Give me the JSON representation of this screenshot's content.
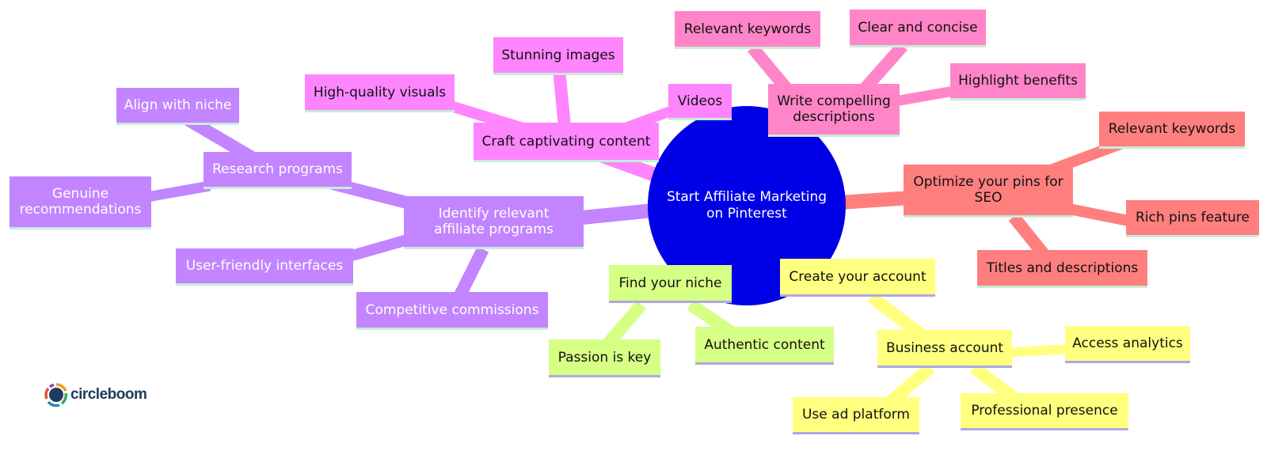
{
  "root": {
    "label": "Start Affiliate Marketing on Pinterest"
  },
  "branches": {
    "content": {
      "label": "Craft captivating content",
      "children": [
        "Stunning images",
        "High-quality visuals",
        "Videos"
      ]
    },
    "descriptions": {
      "label": "Write compelling descriptions",
      "children": [
        "Relevant keywords",
        "Clear and concise",
        "Highlight benefits"
      ]
    },
    "seo": {
      "label": "Optimize your pins for SEO",
      "children": [
        "Relevant keywords",
        "Rich pins feature",
        "Titles and descriptions"
      ]
    },
    "programs": {
      "label": "Identify relevant affiliate programs",
      "children": [
        "User-friendly interfaces",
        "Competitive commissions"
      ]
    },
    "research": {
      "label": "Research programs",
      "children": [
        "Align with niche",
        "Genuine recommendations"
      ]
    },
    "niche": {
      "label": "Find your niche",
      "children": [
        "Passion is key",
        "Authentic content"
      ]
    },
    "account": {
      "label": "Create your account"
    },
    "business": {
      "label": "Business account",
      "children": [
        "Access analytics",
        "Use ad platform",
        "Professional presence"
      ]
    }
  },
  "colors": {
    "root": "#0000e6",
    "content": "#ff85ff",
    "descriptions": "#ff85c8",
    "seo": "#ff7f7f",
    "programs": "#c285ff",
    "niche": "#d6ff85",
    "account": "#ffff80"
  },
  "logo": {
    "text": "circleboom"
  }
}
